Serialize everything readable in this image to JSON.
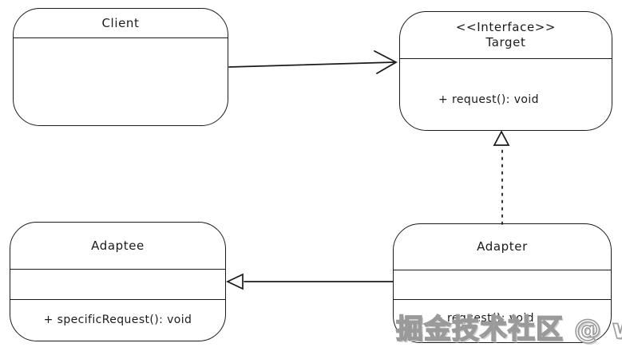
{
  "classes": {
    "client": {
      "name": "Client"
    },
    "target": {
      "stereotype": "<<Interface>>",
      "name": "Target",
      "method": "+ request(): void"
    },
    "adaptee": {
      "name": "Adaptee",
      "method": "+ specificRequest(): void"
    },
    "adapter": {
      "name": "Adapter",
      "method": "+ request(): void"
    }
  },
  "relations": [
    {
      "from": "Client",
      "to": "Target",
      "type": "association",
      "line": "solid",
      "arrowhead": "open-arrow"
    },
    {
      "from": "Adapter",
      "to": "Target",
      "type": "realization",
      "line": "dotted",
      "arrowhead": "hollow-triangle"
    },
    {
      "from": "Adapter",
      "to": "Adaptee",
      "type": "generalization",
      "line": "solid",
      "arrowhead": "hollow-triangle"
    }
  ],
  "watermark": "掘金技术社区 @ wmze",
  "colors": {
    "stroke": "#1b1b1b",
    "background": "#ffffff",
    "watermark_outline": "#9a9a9a"
  }
}
